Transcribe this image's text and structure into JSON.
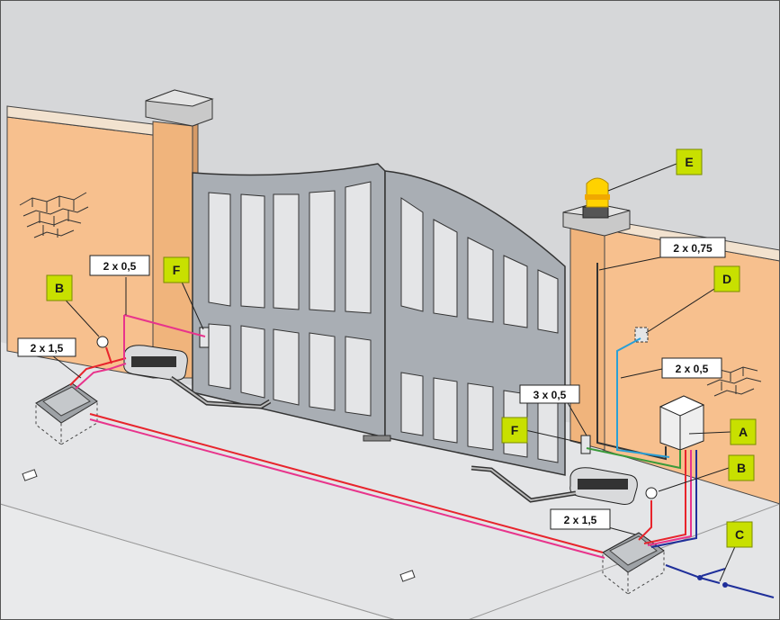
{
  "labels": {
    "A": "A",
    "B_left": "B",
    "B_right": "B",
    "C": "C",
    "D": "D",
    "E": "E",
    "F_left": "F",
    "F_right": "F"
  },
  "cables": {
    "left_top": "2 x 0,5",
    "left_bottom": "2 x 1,5",
    "right_top": "2 x 0,75",
    "right_mid": "2 x 0,5",
    "right_photo": "3 x 0,5",
    "right_bottom": "2 x 1,5"
  },
  "colors": {
    "wall": "#f7c08e",
    "gate": "#a9aeb4",
    "ground": "#e3e4e6",
    "sky": "#d6d7d9",
    "label": "#c8e000",
    "cable_red": "#e8242c",
    "cable_pink": "#e8348c",
    "cable_blue": "#2b9fd6",
    "cable_green": "#3a9a3a",
    "mains_blue": "#1f2f9a"
  }
}
